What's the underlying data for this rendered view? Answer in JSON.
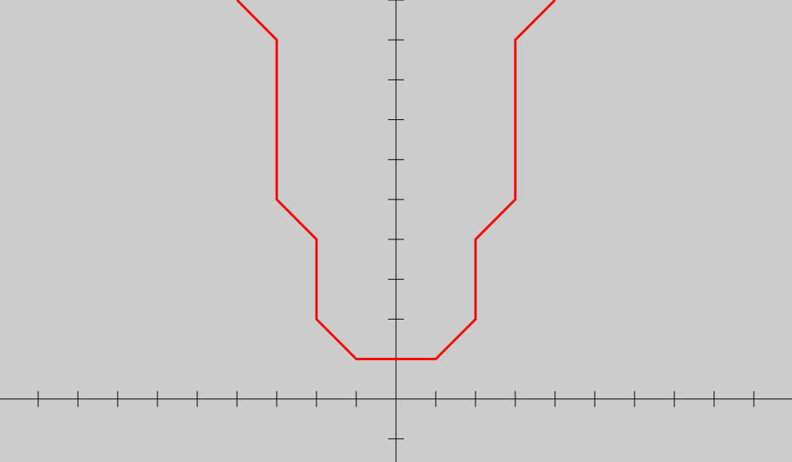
{
  "chart_data": {
    "type": "line",
    "title": "",
    "xlabel": "",
    "ylabel": "",
    "xlim": [
      -9.96,
      9.96
    ],
    "ylim": [
      -1.58,
      10
    ],
    "grid": false,
    "legend": "none",
    "x_ticks": [
      -9,
      -8,
      -7,
      -6,
      -5,
      -4,
      -3,
      -2,
      -1,
      1,
      2,
      3,
      4,
      5,
      6,
      7,
      8,
      9
    ],
    "y_ticks": [
      -1,
      1,
      2,
      3,
      4,
      5,
      6,
      7,
      8,
      9,
      10
    ],
    "series": [
      {
        "color": "#ff0000",
        "x": [
          -4,
          -3,
          -3,
          -2,
          -2,
          -1,
          1,
          2,
          2,
          3,
          3,
          4
        ],
        "y": [
          10,
          9,
          5,
          4,
          2,
          1,
          1,
          2,
          4,
          5,
          9,
          10
        ]
      }
    ],
    "colors": {
      "background": "#cccccc",
      "axis": "#000000"
    }
  }
}
